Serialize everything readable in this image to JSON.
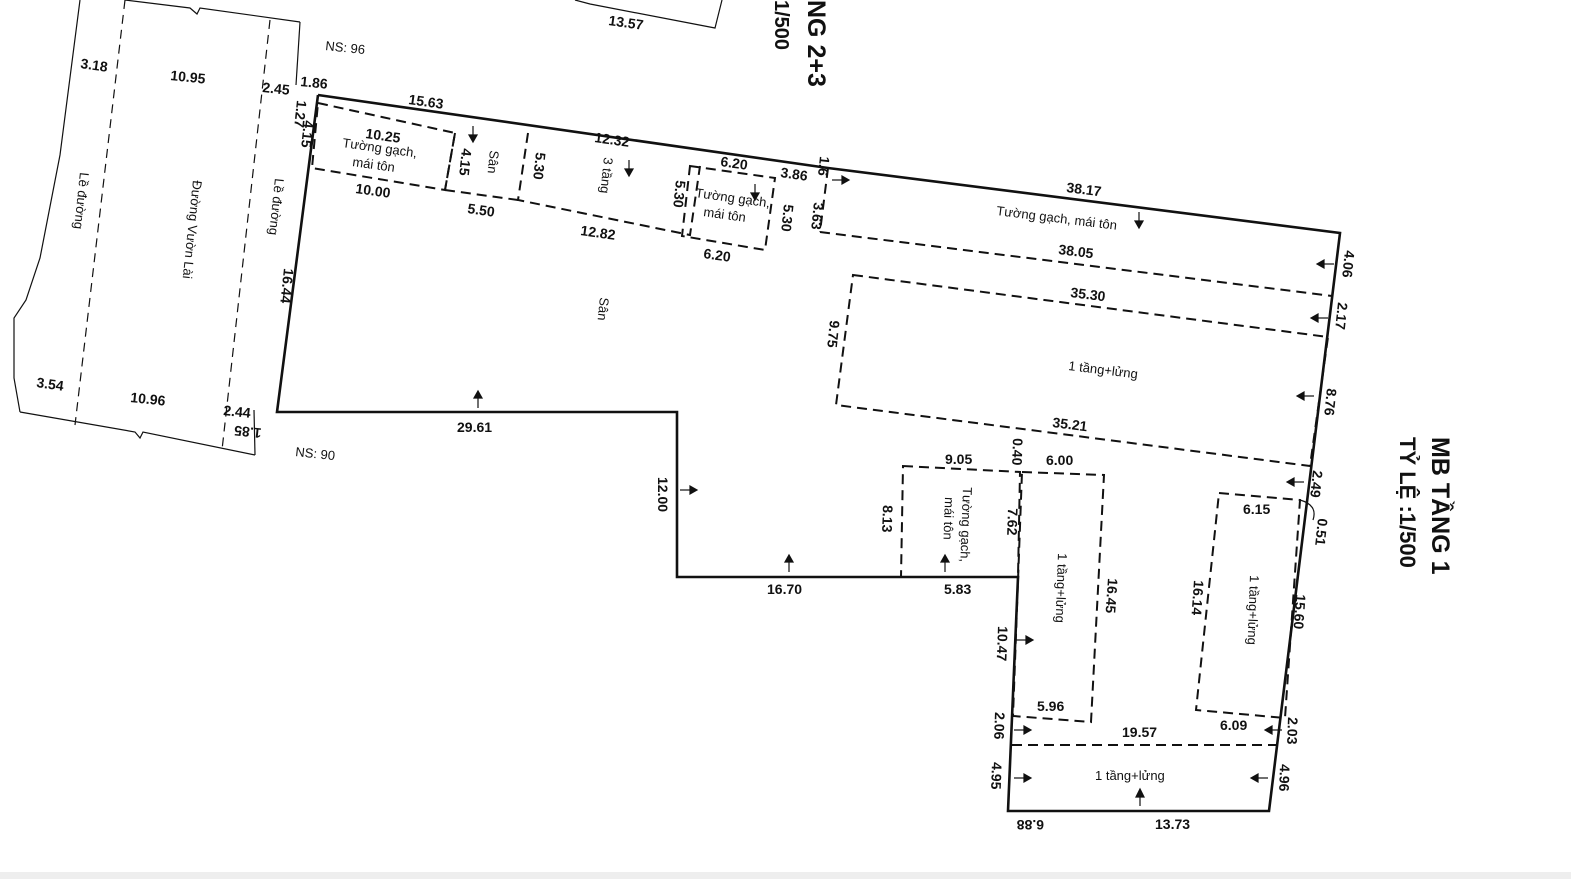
{
  "titles": {
    "floor1": "MB TẦNG 1",
    "floor1_scale": "TỶ LỆ :1/500",
    "floor23_partial": "NG 2+3",
    "floor23_scale_partial": "1/500"
  },
  "elevations": {
    "ns_top": "NS: 96",
    "ns_bottom": "NS: 90"
  },
  "street": {
    "road_name": "Đường Vườn Lài",
    "sidewalk_left": "Lề đường",
    "sidewalk_right": "Lề đường"
  },
  "areas": {
    "yard": "Sân",
    "yard_small": "Sân",
    "three_floor": "3 tầng",
    "brick_tin_1": "Tường gạch,",
    "brick_tin_1b": "mái tôn",
    "brick_tin_2": "Tường gạch,",
    "brick_tin_2b": "mái tôn",
    "brick_tin_long": "Tường gạch, mái tôn",
    "brick_tin_v1": "Tường gạch,",
    "brick_tin_v2": "mái tôn",
    "mezz_big": "1 tầng+lửng",
    "mezz_mid": "1 tầng+lửng",
    "mezz_right": "1 tầng+lửng",
    "mezz_bottom": "1 tầng+lửng"
  },
  "dims": {
    "d_3_18": "3.18",
    "d_10_95": "10.95",
    "d_2_45": "2.45",
    "d_1_86": "1.86",
    "d_3_54": "3.54",
    "d_10_96": "10.96",
    "d_2_44": "2.44",
    "d_1_85": "1.85",
    "d_1_27": "1.27",
    "d_4_15a": "4.15",
    "d_16_44": "16.44",
    "d_15_63": "15.63",
    "d_10_25": "10.25",
    "d_10_00": "10.00",
    "d_4_15b": "4.15",
    "d_5_50": "5.50",
    "d_5_30a": "5.30",
    "d_12_32": "12.32",
    "d_12_82": "12.82",
    "d_5_30b": "5.30",
    "d_6_20a": "6.20",
    "d_6_20b": "6.20",
    "d_5_30c": "5.30",
    "d_3_86": "3.86",
    "d_1_6": "1.6",
    "d_3_63": "3.63",
    "d_13_57": "13.57",
    "d_38_17": "38.17",
    "d_38_05": "38.05",
    "d_4_06": "4.06",
    "d_35_30": "35.30",
    "d_2_17": "2.17",
    "d_9_75": "9.75",
    "d_8_76": "8.76",
    "d_35_21": "35.21",
    "d_2_49": "2.49",
    "d_29_61": "29.61",
    "d_12_00": "12.00",
    "d_16_70": "16.70",
    "d_9_05": "9.05",
    "d_0_40": "0.40",
    "d_6_00": "6.00",
    "d_8_13": "8.13",
    "d_7_62": "7.62",
    "d_5_83": "5.83",
    "d_6_15": "6.15",
    "d_0_51": "0.51",
    "d_16_14": "16.14",
    "d_16_45": "16.45",
    "d_15_60": "15.60",
    "d_10_47": "10.47",
    "d_5_96": "5.96",
    "d_6_09": "6.09",
    "d_2_06": "2.06",
    "d_2_03": "2.03",
    "d_19_57": "19.57",
    "d_4_95": "4.95",
    "d_4_96": "4.96",
    "d_6_88": "6.88",
    "d_13_73": "13.73"
  }
}
